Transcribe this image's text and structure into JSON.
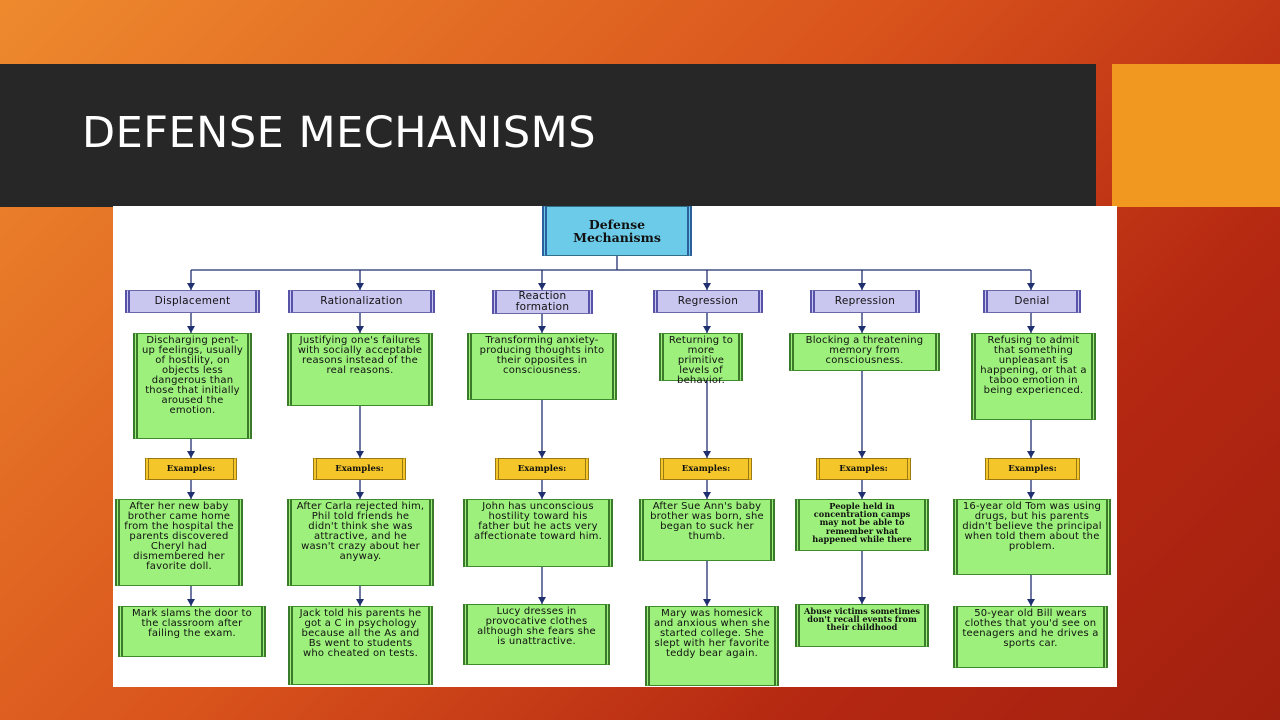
{
  "title": "DEFENSE MECHANISMS",
  "colors": {
    "title_bar": "#272727",
    "accent": "#f0981f",
    "root_fill": "#6ccbe8",
    "heading_fill": "#c9c6ef",
    "box_fill": "#9df07c",
    "examples_fill": "#f4c62a",
    "connector": "#1f2f6f"
  },
  "diagram": {
    "root": "Defense Mechanisms",
    "examples_label": "Examples:",
    "mechanisms": [
      {
        "name": "Displacement",
        "definition": "Discharging pent-up feelings, usually of hostility, on objects less dangerous than those that initially aroused the emotion.",
        "example1": "After her new baby brother came home from the hospital the parents discovered Cheryl had dismembered her favorite doll.",
        "example2": "Mark slams the door to the classroom after failing the exam."
      },
      {
        "name": "Rationalization",
        "definition": "Justifying one's failures with socially acceptable reasons instead of the real reasons.",
        "example1": "After Carla rejected him, Phil told friends he didn't think she was attractive, and he wasn't crazy about her anyway.",
        "example2": "Jack told his parents he got a C in psychology because all the As and Bs went to students who cheated on tests."
      },
      {
        "name": "Reaction formation",
        "definition": "Transforming anxiety-producing thoughts into their opposites in consciousness.",
        "example1": "John has unconscious hostility toward his father but he acts very affectionate toward him.",
        "example2": "Lucy dresses in provocative clothes although she fears she is unattractive."
      },
      {
        "name": "Regression",
        "definition": "Returning to more primitive levels of behavior.",
        "example1": "After Sue Ann's baby brother was born, she began to suck her thumb.",
        "example2": "Mary was homesick and anxious when she started college. She slept with her favorite teddy bear again."
      },
      {
        "name": "Repression",
        "definition": "Blocking a threatening memory from consciousness.",
        "example1": "People held in concentration camps may not be able to remember what happened while there",
        "example2": "Abuse victims sometimes don't recall events from their childhood"
      },
      {
        "name": "Denial",
        "definition": "Refusing to admit that something unpleasant is happening, or that a taboo emotion in being experienced.",
        "example1": "16-year old Tom was using drugs, but his parents didn't believe the principal when told them about the problem.",
        "example2": "50-year old Bill wears clothes that you'd see on teenagers and he drives a sports car."
      }
    ]
  }
}
